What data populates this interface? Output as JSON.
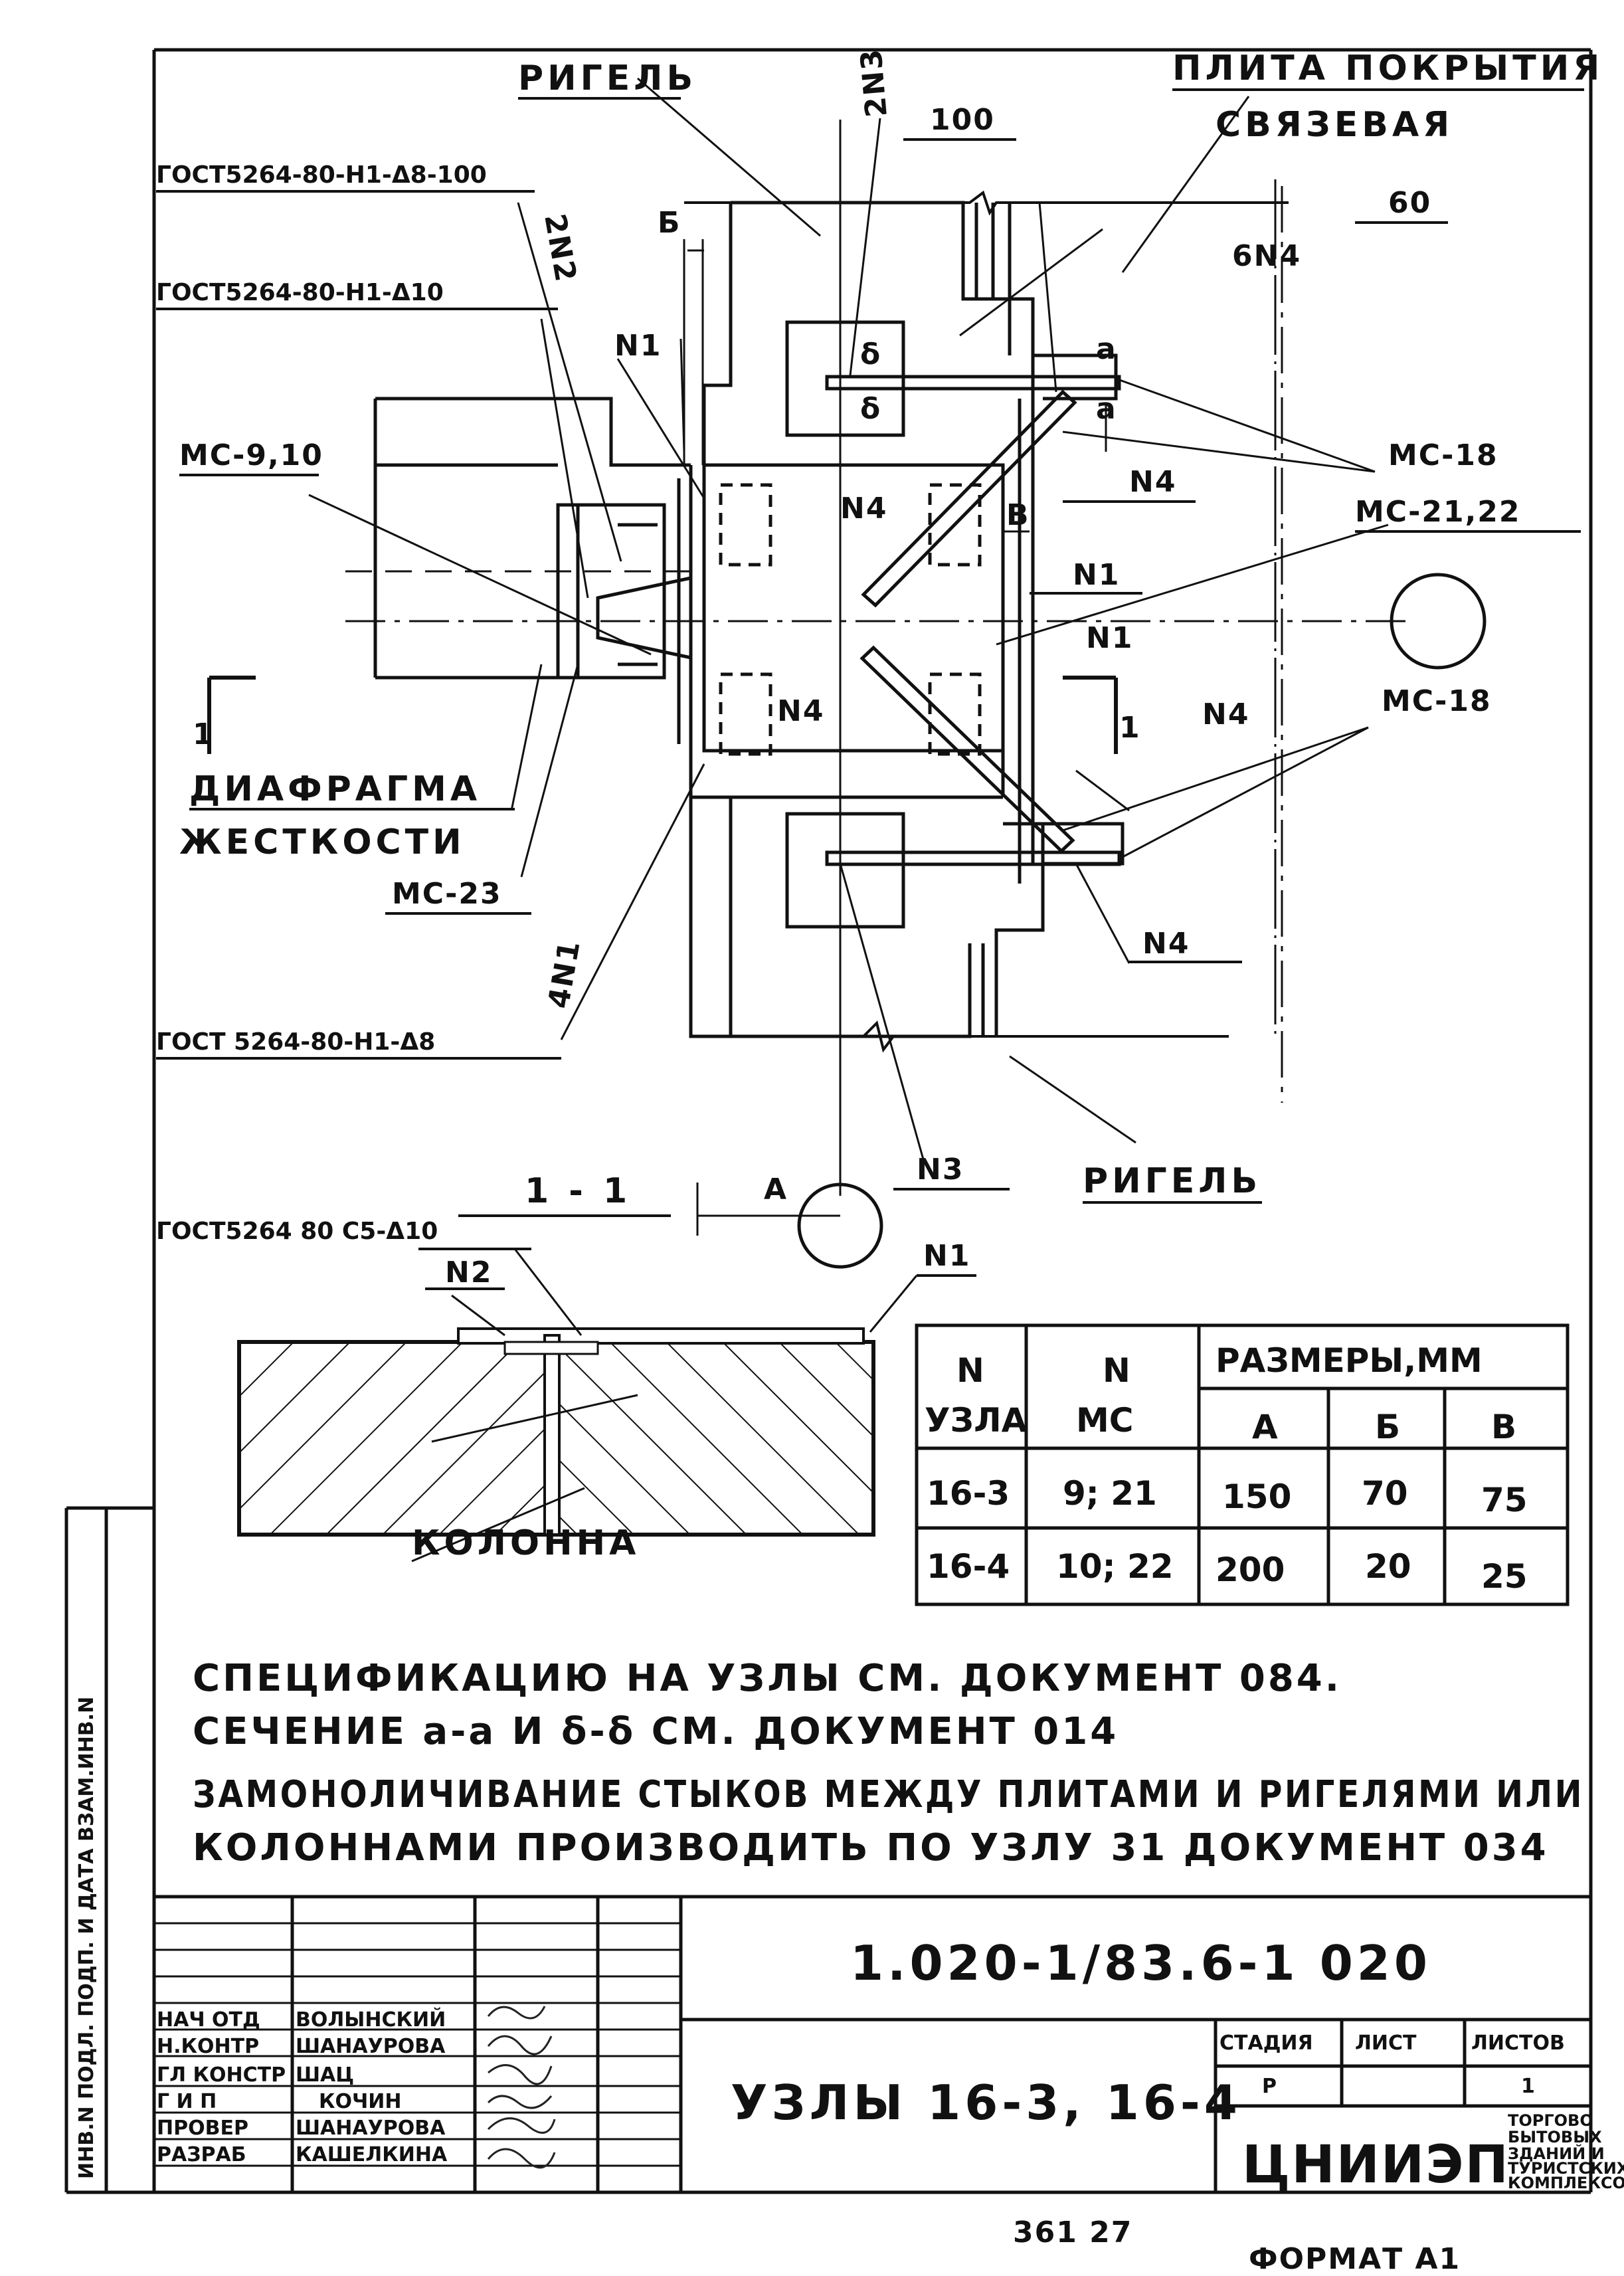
{
  "drawing": {
    "labels": {
      "rigel_top": "РИГЕЛЬ",
      "plita_1": "ПЛИТА ПОКРЫТИЯ",
      "plita_2": "СВЯЗЕВАЯ",
      "gost_1": "ГОСТ5264-80-Н1-Δ8-100",
      "gost_2": "ГОСТ5264-80-Н1-Δ10",
      "gost_3": "ГОСТ 5264-80-Н1-Δ8",
      "gost_4": "ГОСТ5264 80 С5-Δ10",
      "n2_2": "2N2",
      "n3_2": "2N3",
      "n4_6": "6N4",
      "n1_4": "4N1",
      "dim_100": "100",
      "dim_60": "60",
      "dim_b": "Б",
      "dim_v": "В",
      "dim_a": "А",
      "n1": "N1",
      "n2": "N2",
      "n3": "N3",
      "n4": "N4",
      "ms_9_10": "МС-9,10",
      "ms_18": "МС-18",
      "ms_21_22": "МС-21,22",
      "ms_23": "МС-23",
      "sec_a": "a",
      "sec_b": "δ",
      "one": "1",
      "diafragma_1": "ДИАФРАГМА",
      "diafragma_2": "ЖЕСТКОСТИ",
      "rigel_bottom": "РИГЕЛЬ",
      "section": "1 - 1",
      "kolonna": "КОЛОННА"
    }
  },
  "size_table": {
    "col_node": [
      "N",
      "УЗЛА"
    ],
    "col_ms": [
      "N",
      "МС"
    ],
    "sizes_header": "РАЗМЕРЫ,ММ",
    "sub_headers": [
      "А",
      "Б",
      "В"
    ],
    "rows": [
      [
        "16-3",
        "9; 21",
        "150",
        "70",
        "75"
      ],
      [
        "16-4",
        "10; 22",
        "200",
        "20",
        "25"
      ]
    ]
  },
  "notes": [
    "СПЕЦИФИКАЦИЮ НА УЗЛЫ СМ. ДОКУМЕНТ 084.",
    "СЕЧЕНИЕ а-а И δ-δ СМ. ДОКУМЕНТ 014",
    "ЗАМОНОЛИЧИВАНИЕ СТЫКОВ МЕЖДУ ПЛИТАМИ И РИГЕЛЯМИ ИЛИ",
    "КОЛОННАМИ ПРОИЗВОДИТЬ ПО УЗЛУ 31 ДОКУМЕНТ 034"
  ],
  "title_block": {
    "doc_code": "1.020-1/83.6-1 020",
    "title": "УЗЛЫ 16-3, 16-4",
    "roles": [
      {
        "role": "НАЧ ОТД",
        "name": "ВОЛЫНСКИЙ"
      },
      {
        "role": "Н.КОНТР",
        "name": "ШАНАУРОВА"
      },
      {
        "role": "ГЛ КОНСТР",
        "name": "ШАЦ"
      },
      {
        "role": "Г И П",
        "name": "КОЧИН"
      },
      {
        "role": "ПРОВЕР",
        "name": "ШАНАУРОВА"
      },
      {
        "role": "РАЗРАБ",
        "name": "КАШЕЛКИНА"
      }
    ],
    "stage_label": "СТАДИЯ",
    "sheet_label": "ЛИСТ",
    "sheets_label": "ЛИСТОВ",
    "stage": "Р",
    "sheets": "1",
    "org": "ЦНИИЭП",
    "org_sub": [
      "ТОРГОВО",
      "БЫТОВЫХ",
      "ЗДАНИЙ И",
      "ТУРИСТСКИХ",
      "КОМПЛЕКСОВ"
    ],
    "side_stamp": "ИНВ.N ПОДЛ.  ПОДП. И ДАТА  ВЗАМ.ИНВ.N",
    "footer_nums": "361  27",
    "format": "ФОРМАТ А1"
  }
}
